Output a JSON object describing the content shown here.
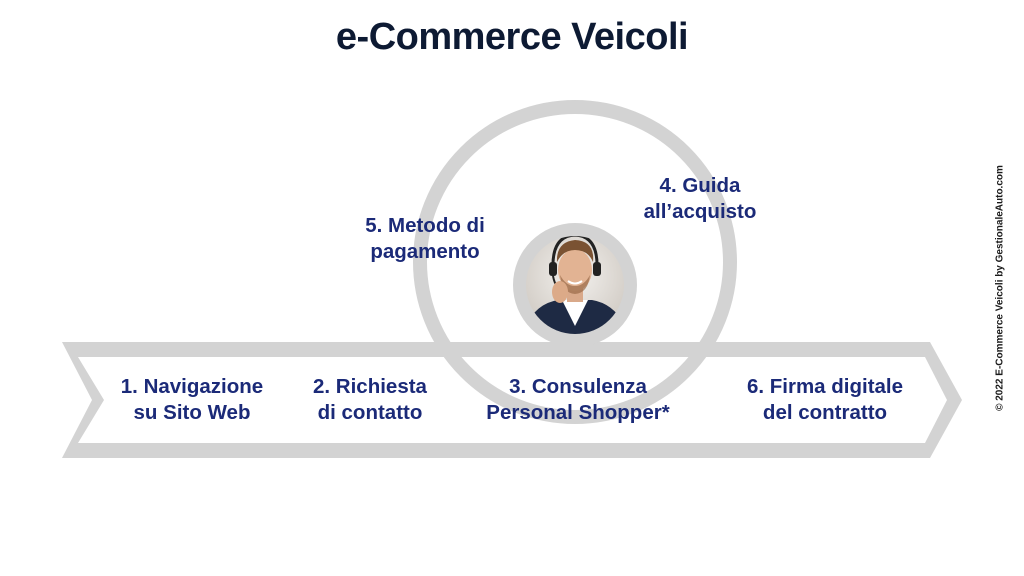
{
  "title": "e-Commerce Veicoli",
  "steps": [
    {
      "label": "1. Navigazione\nsu Sito Web"
    },
    {
      "label": "2. Richiesta\ndi contatto"
    },
    {
      "label": "3. Consulenza\nPersonal Shopper*"
    },
    {
      "label": "4. Guida\nall’acquisto"
    },
    {
      "label": "5. Metodo di\npagamento"
    },
    {
      "label": "6. Firma digitale\ndel contratto"
    }
  ],
  "copyright": "© 2022 E-Commerce Veicoli  by GestionaleAuto.com",
  "colors": {
    "title": "#0d1a33",
    "label": "#1b2a78",
    "arrow": "#d3d3d3"
  },
  "avatar_icon": "person-headset-icon"
}
